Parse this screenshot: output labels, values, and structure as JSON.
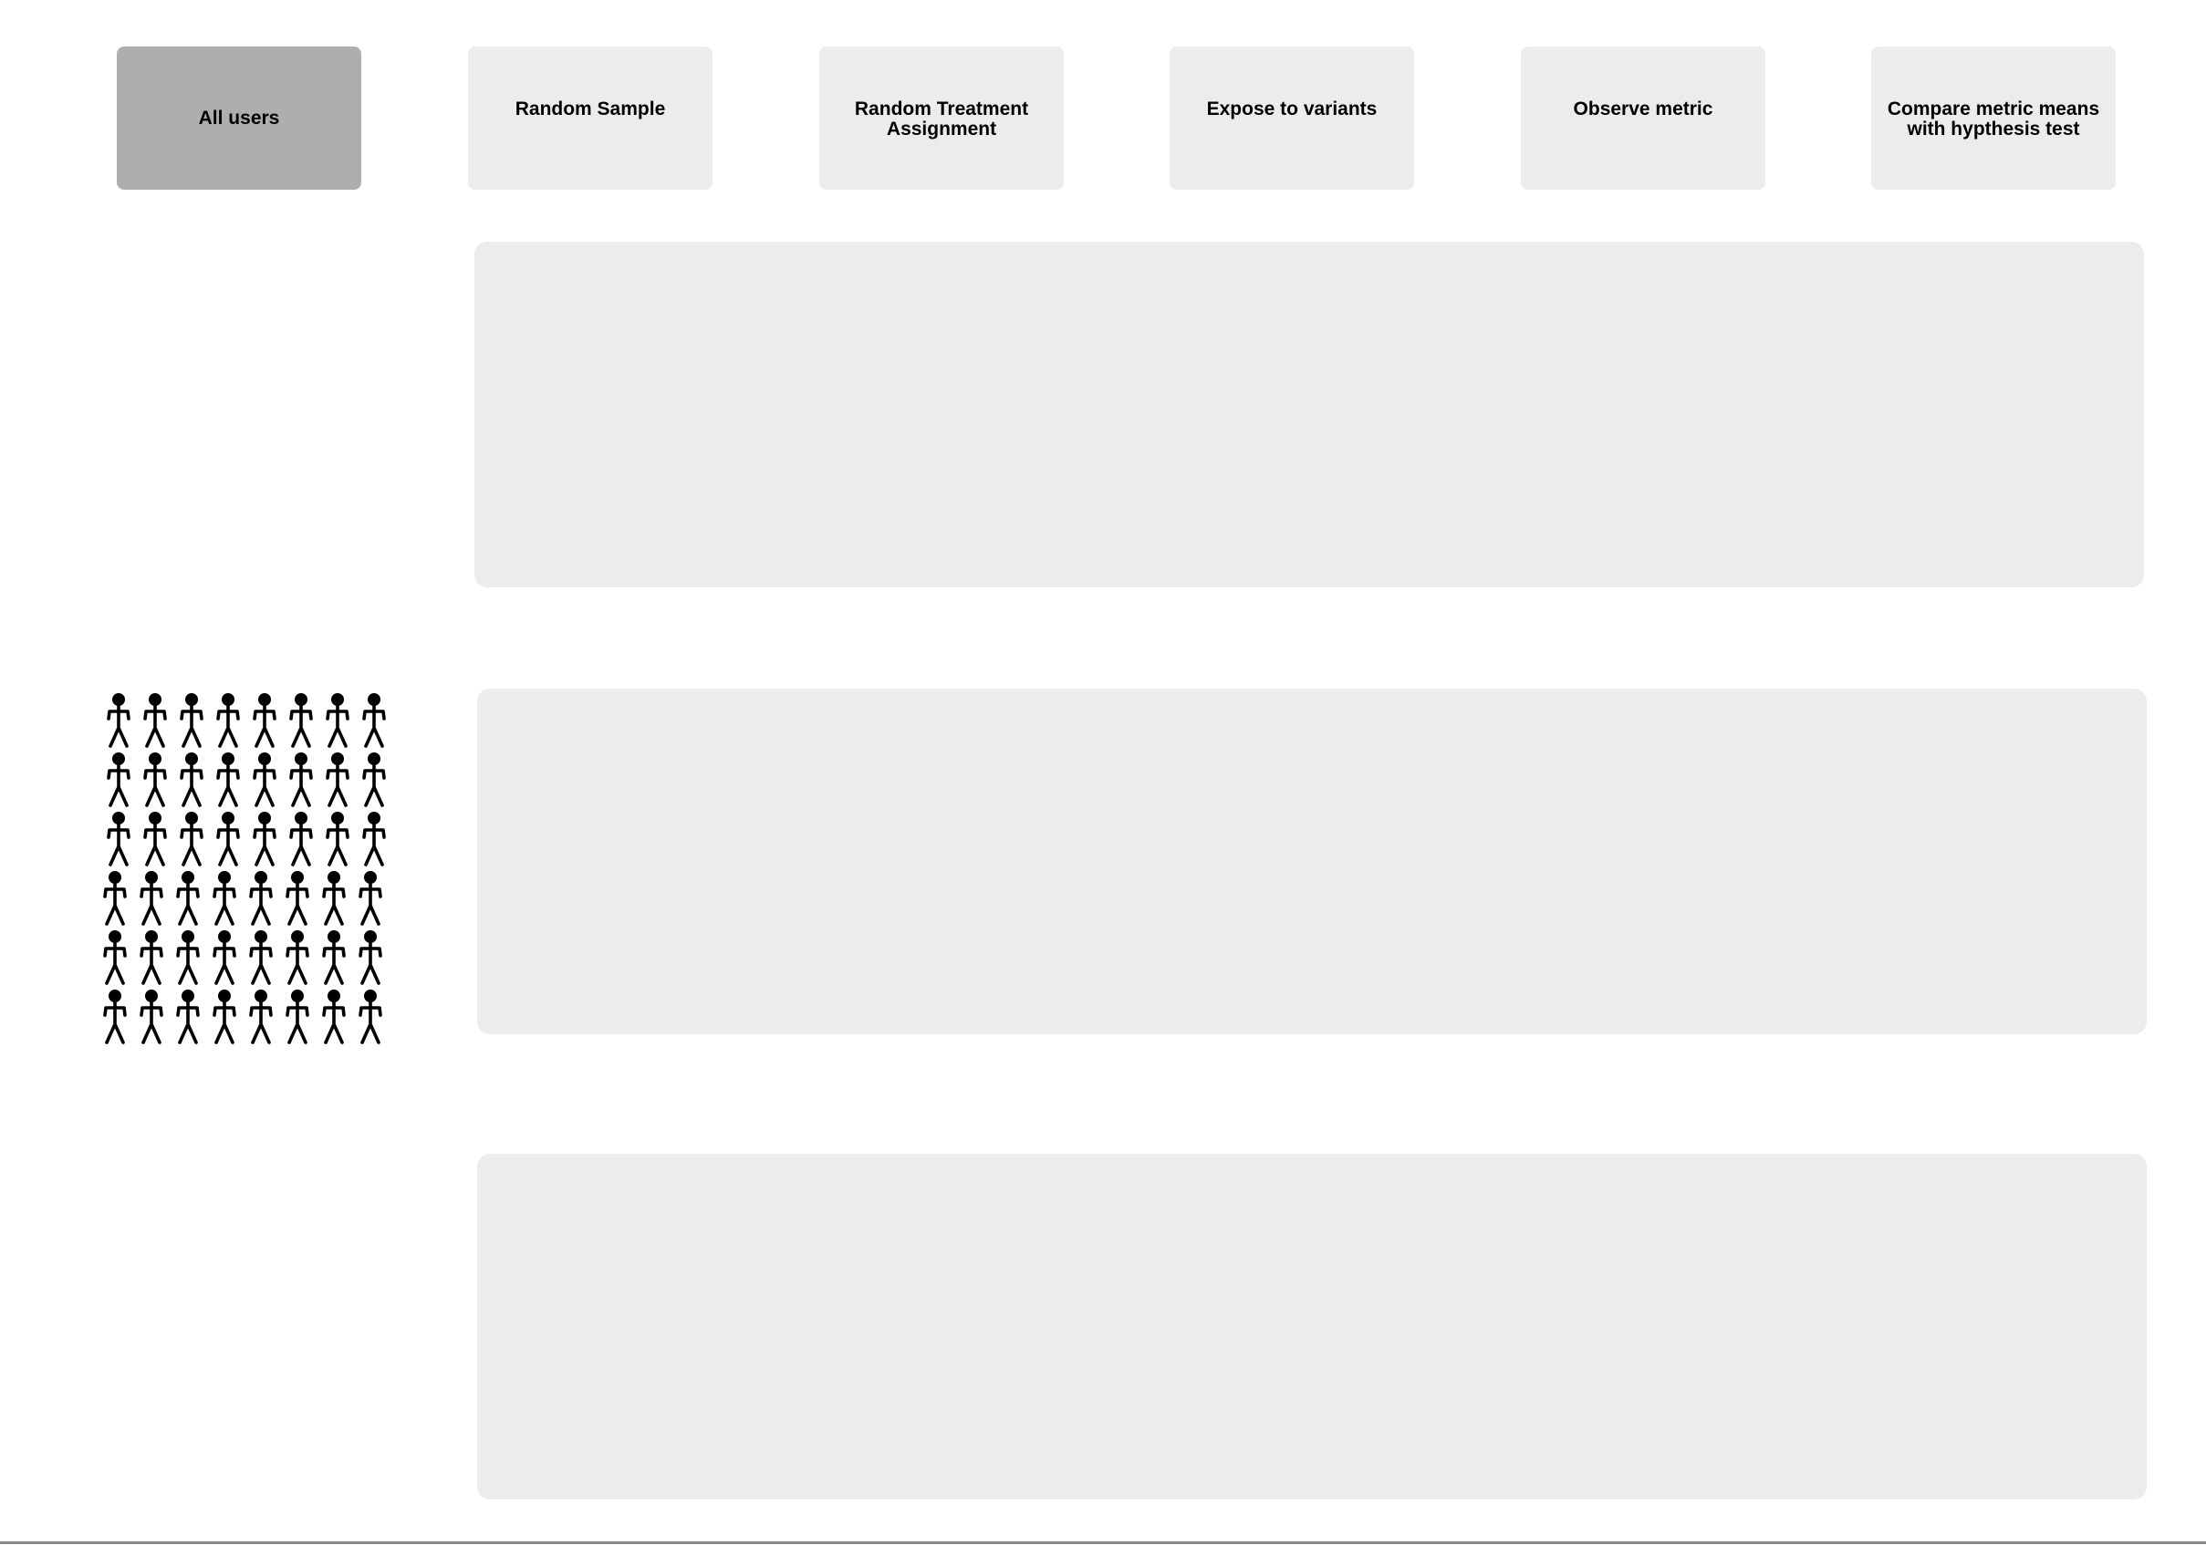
{
  "steps": [
    {
      "label": "All users",
      "active": true
    },
    {
      "label": "Random Sample",
      "active": false
    },
    {
      "label": "Random Treatment\nAssignment",
      "active": false
    },
    {
      "label": "Expose to variants",
      "active": false
    },
    {
      "label": "Observe metric",
      "active": false
    },
    {
      "label": "Compare metric means\nwith hypthesis test",
      "active": false
    }
  ],
  "population": {
    "rows": 6,
    "cols": 8,
    "icon": "person-icon"
  },
  "colors": {
    "active_step": "#aeaeae",
    "inactive_step": "#ececec",
    "panel": "#ececec",
    "icon": "#000000"
  }
}
